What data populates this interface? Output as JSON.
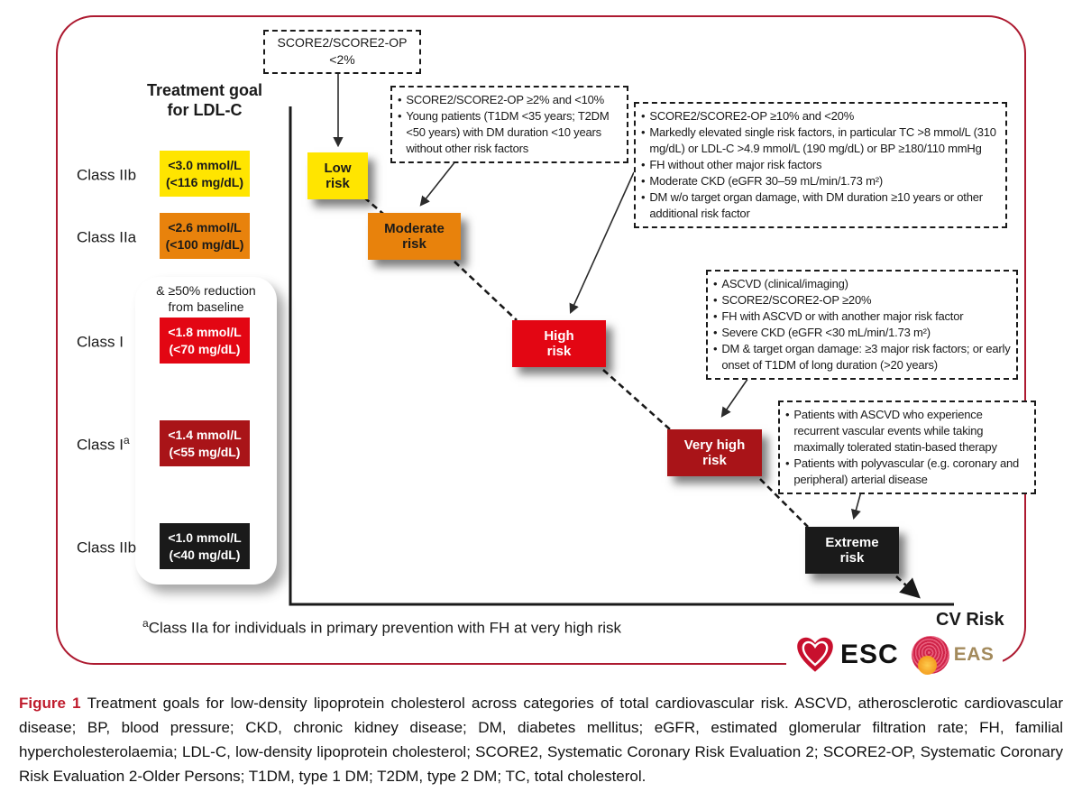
{
  "figure": {
    "goal_title": "Treatment goal\nfor LDL-C",
    "reduction_note": "& ≥50% reduction\nfrom baseline",
    "bullet_char": "•",
    "classes": [
      {
        "label": "Class IIb",
        "sup": "",
        "line1": "<3.0 mmol/L",
        "line2": "(<116 mg/dL)",
        "color": "#ffe500",
        "text_color": "#1a1a1a"
      },
      {
        "label": "Class IIa",
        "sup": "",
        "line1": "<2.6 mmol/L",
        "line2": "(<100 mg/dL)",
        "color": "#e8820c",
        "text_color": "#1a1a1a"
      },
      {
        "label": "Class I",
        "sup": "",
        "line1": "<1.8 mmol/L",
        "line2": "(<70 mg/dL)",
        "color": "#e30613",
        "text_color": "#ffffff"
      },
      {
        "label": "Class I",
        "sup": "a",
        "line1": "<1.4 mmol/L",
        "line2": "(<55 mg/dL)",
        "color": "#a91418",
        "text_color": "#ffffff"
      },
      {
        "label": "Class IIb",
        "sup": "",
        "line1": "<1.0 mmol/L",
        "line2": "(<40 mg/dL)",
        "color": "#1a1a1a",
        "text_color": "#ffffff"
      }
    ],
    "steps": [
      {
        "label": "Low\nrisk",
        "color": "#ffe500",
        "text_color": "#1a1a1a"
      },
      {
        "label": "Moderate\nrisk",
        "color": "#e8820c",
        "text_color": "#1a1a1a"
      },
      {
        "label": "High\nrisk",
        "color": "#e30613",
        "text_color": "#ffffff"
      },
      {
        "label": "Very high\nrisk",
        "color": "#a91418",
        "text_color": "#ffffff"
      },
      {
        "label": "Extreme\nrisk",
        "color": "#1a1a1a",
        "text_color": "#ffffff"
      }
    ],
    "info_boxes": [
      {
        "items": [
          "SCORE2/SCORE2-OP <2%"
        ]
      },
      {
        "items": [
          "SCORE2/SCORE2-OP ≥2% and <10%",
          "Young patients (T1DM <35 years; T2DM <50 years) with DM duration <10 years without other risk factors"
        ]
      },
      {
        "items": [
          "SCORE2/SCORE2-OP ≥10% and <20%",
          "Markedly elevated single risk factors, in particular TC >8 mmol/L (310 mg/dL) or LDL-C >4.9 mmol/L (190 mg/dL) or BP ≥180/110 mmHg",
          "FH without other major risk factors",
          "Moderate CKD (eGFR 30–59 mL/min/1.73 m²)",
          "DM w/o target organ damage, with DM duration ≥10 years or other additional risk factor"
        ]
      },
      {
        "items": [
          "ASCVD (clinical/imaging)",
          "SCORE2/SCORE2-OP ≥20%",
          "FH with ASCVD or with another major risk factor",
          "Severe CKD (eGFR <30 mL/min/1.73 m²)",
          "DM & target organ damage: ≥3 major risk factors; or early onset of T1DM of long duration (>20 years)"
        ]
      },
      {
        "items": [
          "Patients with ASCVD who experience recurrent vascular events while taking maximally tolerated statin-based therapy",
          "Patients with polyvascular (e.g. coronary and peripheral) arterial disease"
        ]
      }
    ],
    "axis_label": "CV Risk",
    "footnote_sup": "a",
    "footnote_text": "Class IIa for individuals in primary prevention with FH at very high risk",
    "logos": {
      "esc_text": "ESC",
      "eas_text": "EAS"
    },
    "colors": {
      "frame_border": "#ad1a30",
      "axis": "#1a1a1a",
      "figure_label_red": "#bf1b2c"
    }
  },
  "caption": {
    "label": "Figure 1",
    "text": " Treatment goals for low-density lipoprotein cholesterol across categories of total cardiovascular risk. ASCVD, atherosclerotic cardiovascular disease; BP, blood pressure; CKD, chronic kidney disease; DM, diabetes mellitus; eGFR, estimated glomerular filtration rate; FH, familial hypercholesterolaemia; LDL-C, low-density lipoprotein cholesterol; SCORE2, Systematic Coronary Risk Evaluation 2; SCORE2-OP, Systematic Coronary Risk Evaluation 2-Older Persons; T1DM, type 1 DM; T2DM, type 2 DM; TC, total cholesterol."
  }
}
